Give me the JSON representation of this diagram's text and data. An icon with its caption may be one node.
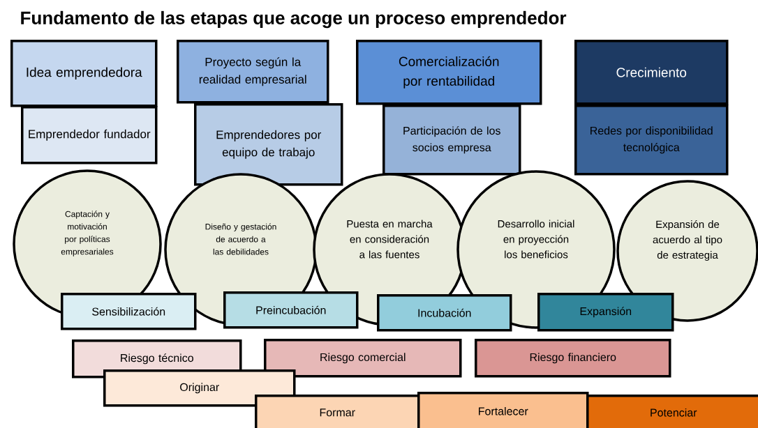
{
  "diagram": {
    "title": "Fundamento de las etapas que acoge un proceso emprendedor",
    "nodes": [
      {
        "text": [
          "Idea emprendedora"
        ]
      },
      {
        "text": [
          "Emprendedor fundador"
        ]
      },
      {
        "text": [
          "Proyecto según la realidad empresarial"
        ]
      },
      {
        "text": [
          "Emprendedores por equipo de trabajo"
        ]
      },
      {
        "text": [
          "Comercialización por rentabilidad"
        ]
      },
      {
        "text": [
          "Participación de los socios empresa"
        ]
      },
      {
        "text": [
          "Crecimiento"
        ]
      },
      {
        "text": [
          "Redes por disponibilidad tecnológica"
        ]
      },
      {
        "text": [
          "Captación y motivación por políticas empresariales"
        ]
      },
      {
        "text": [
          "Diseño y gestación de acuerdo a las debilidades"
        ]
      },
      {
        "text": [
          "Puesta en marcha en consideración a las fuentes"
        ]
      },
      {
        "text": [
          "Desarrollo inicial en proyección los beneficios"
        ]
      },
      {
        "text": [
          "Expansión de acuerdo al tipo de estrategia"
        ]
      },
      {
        "text": [
          "Sensibilización"
        ]
      },
      {
        "text": [
          "Preincubación"
        ]
      },
      {
        "text": [
          "Incubación"
        ]
      },
      {
        "text": [
          "Expansión"
        ]
      },
      {
        "text": [
          "Riesgo técnico"
        ]
      },
      {
        "text": [
          "Riesgo comercial"
        ]
      },
      {
        "text": [
          "Riesgo financiero"
        ]
      },
      {
        "text": [
          "Originar"
        ]
      },
      {
        "text": [
          "Formar"
        ]
      },
      {
        "text": [
          "Fortalecer"
        ]
      },
      {
        "text": [
          "Potenciar"
        ]
      }
    ]
  }
}
